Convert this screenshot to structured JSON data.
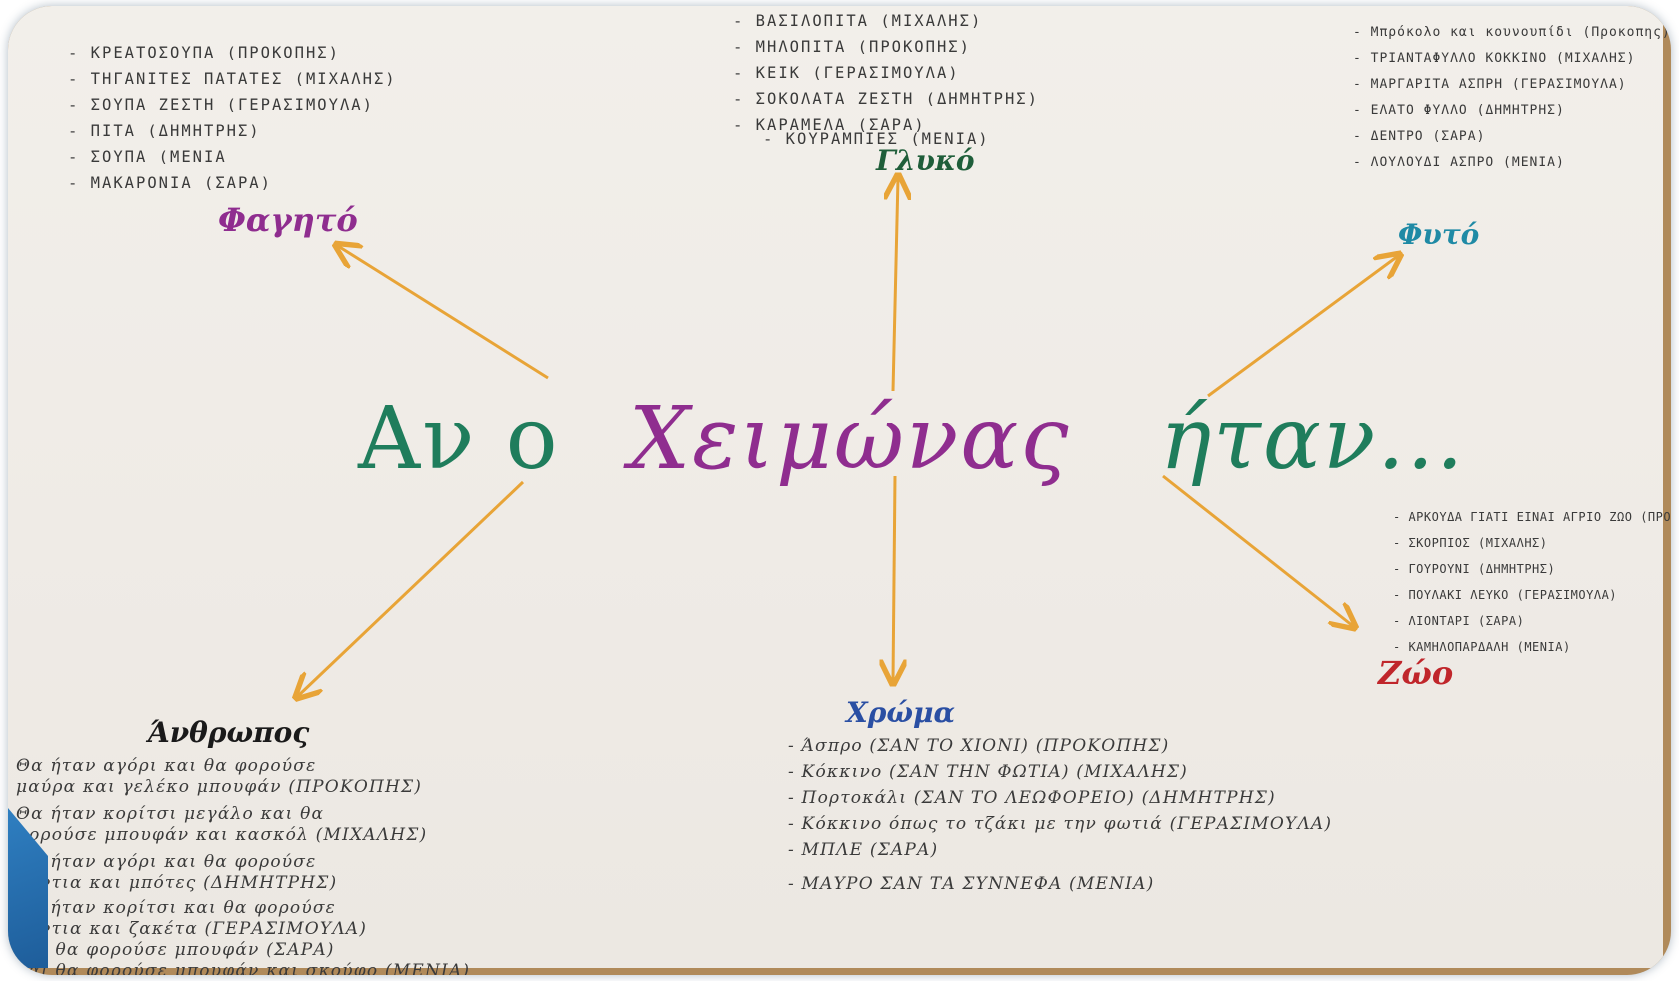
{
  "title": {
    "part1": "Αν ο",
    "part2": "Χειμώνας",
    "part3": "ήταν..."
  },
  "colors": {
    "green": "#1f7d5c",
    "purple": "#8f2d8f",
    "teal": "#1f8aa5",
    "blue": "#2a4fa3",
    "red": "#c0262b",
    "black": "#1a1a1a",
    "arrow": "#e8a437"
  },
  "categories": {
    "fagito": {
      "label": "Φαγητό",
      "items": [
        "- ΚΡΕΑΤΟΣΟΥΠΑ (ΠΡΟΚΟΠΗΣ)",
        "- ΤΗΓΑΝΙΤΕΣ ΠΑΤΑΤΕΣ (ΜΙΧΑΛΗΣ)",
        "- ΣΟΥΠΑ ΖΕΣΤΗ (ΓΕΡΑΣΙΜΟΥΛΑ)",
        "- ΠΙΤΑ (ΔΗΜΗΤΡΗΣ)",
        "- ΣΟΥΠΑ (ΜΕΝΙΑ",
        "- ΜΑΚΑΡΟΝΙΑ (ΣΑΡΑ)"
      ]
    },
    "gluko": {
      "label": "Γλυκό",
      "items": [
        "- ΒΑΣΙΛΟΠΙΤΑ (ΜΙΧΑΛΗΣ)",
        "- ΜΗΛΟΠΙΤΑ (ΠΡΟΚΟΠΗΣ)",
        "- ΚΕΙΚ (ΓΕΡΑΣΙΜΟΥΛΑ)",
        "- ΣΟΚΟΛΑΤΑ ΖΕΣΤΗ (ΔΗΜΗΤΡΗΣ)",
        "- ΚΑΡΑΜΕΛΑ (ΣΑΡΑ)",
        "- ΚΟΥΡΑΜΠΙΕΣ (ΜΕΝΙΑ)"
      ]
    },
    "futo": {
      "label": "Φυτό",
      "items": [
        "- Μπρόκολο και κουνουπίδι (Προκοπης)",
        "- ΤΡΙΑΝΤΑΦΥΛΛΟ ΚΟΚΚΙΝΟ (ΜΙΧΑΛΗΣ)",
        "- ΜΑΡΓΑΡΙΤΑ ΑΣΠΡΗ (ΓΕΡΑΣΙΜΟΥΛΑ)",
        "- ΕΛΑΤΟ ΦΥΛΛΟ (ΔΗΜΗΤΡΗΣ)",
        "- ΔΕΝΤΡΟ (ΣΑΡΑ)",
        "- ΛΟΥΛΟΥΔΙ ΑΣΠΡΟ (ΜΕΝΙΑ)"
      ]
    },
    "zwo": {
      "label": "Ζώο",
      "items": [
        "- ΑΡΚΟΥΔΑ ΓΙΑΤΙ ΕΙΝΑΙ ΑΓΡΙΟ ΖΩΟ (ΠΡΟΚΟΠΗΣ)",
        "- ΣΚΟΡΠΙΟΣ (ΜΙΧΑΛΗΣ)",
        "- ΓΟΥΡΟΥΝΙ (ΔΗΜΗΤΡΗΣ)",
        "- ΠΟΥΛΑΚΙ ΛΕΥΚΟ (ΓΕΡΑΣΙΜΟΥΛΑ)",
        "- ΛΙΟΝΤΑΡΙ (ΣΑΡΑ)",
        "- ΚΑΜΗΛΟΠΑΡΔΑΛΗ (ΜΕΝΙΑ)"
      ]
    },
    "xrwma": {
      "label": "Χρώμα",
      "items": [
        "- Άσπρο (ΣΑΝ ΤΟ ΧΙΟΝΙ) (ΠΡΟΚΟΠΗΣ)",
        "- Κόκκινο (ΣΑΝ ΤΗΝ ΦΩΤΙΑ) (ΜΙΧΑΛΗΣ)",
        "- Πορτοκάλι (ΣΑΝ ΤΟ ΛΕΩΦΟΡΕΙΟ) (ΔΗΜΗΤΡΗΣ)",
        "- Κόκκινο όπως το τζάκι με την φωτιά (ΓΕΡΑΣΙΜΟΥΛΑ)",
        "- ΜΠΛΕ (ΣΑΡΑ)",
        "- ΜΑΥΡΟ ΣΑΝ ΤΑ ΣΥΝΝΕΦΑ (ΜΕΝΙΑ)"
      ]
    },
    "anthropos": {
      "label": "Άνθρωπος",
      "items": [
        "Θα ήταν αγόρι και θα φορούσε",
        "μαύρα και γελέκο μπουφάν (ΠΡΟΚΟΠΗΣ)",
        "Θα ήταν κορίτσι μεγάλο και θα",
        "φορούσε μπουφάν και κασκόλ (ΜΙΧΑΛΗΣ)",
        "Θα ήταν αγόρι και θα φορούσε",
        "γάντια και μπότες (ΔΗΜΗΤΡΗΣ)",
        "Θα ήταν κορίτσι και θα φορούσε",
        "γάντια και ζακέτα (ΓΕΡΑΣΙΜΟΥΛΑ)",
        "και θα φορούσε μπουφάν (ΣΑΡΑ)",
        "και θα φορούσε μπουφάν και σκούφο (ΜΕΝΙΑ)"
      ]
    }
  }
}
